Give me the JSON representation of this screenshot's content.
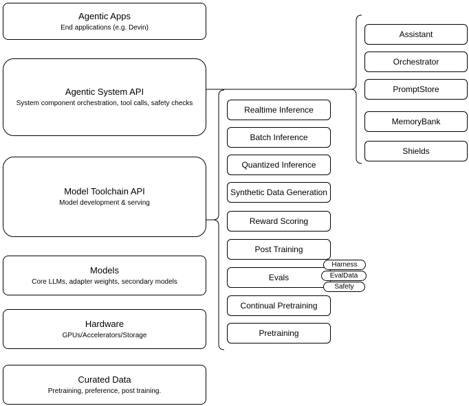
{
  "diagram": {
    "left_stack": [
      {
        "title": "Agentic Apps",
        "subtitle": "End applications (e.g. Devin)"
      },
      {
        "title": "Agentic System API",
        "subtitle": "System component orchestration, tool calls, safety checks"
      },
      {
        "title": "Model Toolchain API",
        "subtitle": "Model development & serving"
      },
      {
        "title": "Models",
        "subtitle": "Core LLMs, adapter weights, secondary models"
      },
      {
        "title": "Hardware",
        "subtitle": "GPUs/Accelerators/Storage"
      },
      {
        "title": "Curated Data",
        "subtitle": "Pretraining, preference, post training."
      }
    ],
    "toolchain_apis": [
      "Realtime Inference",
      "Batch Inference",
      "Quantized Inference",
      "Synthetic Data Generation",
      "Reward Scoring",
      "Post Training",
      "Evals",
      "Continual Pretraining",
      "Pretraining"
    ],
    "eval_tags": [
      "Harness",
      "EvalData",
      "Safety"
    ],
    "agentic_components": [
      "Assistant",
      "Orchestrator",
      "PromptStore",
      "MemoryBank",
      "Shields"
    ],
    "colors": {
      "node_border": "#000000",
      "node_fill": "#ffffff",
      "text": "#000000",
      "background": "#ffffff"
    }
  }
}
